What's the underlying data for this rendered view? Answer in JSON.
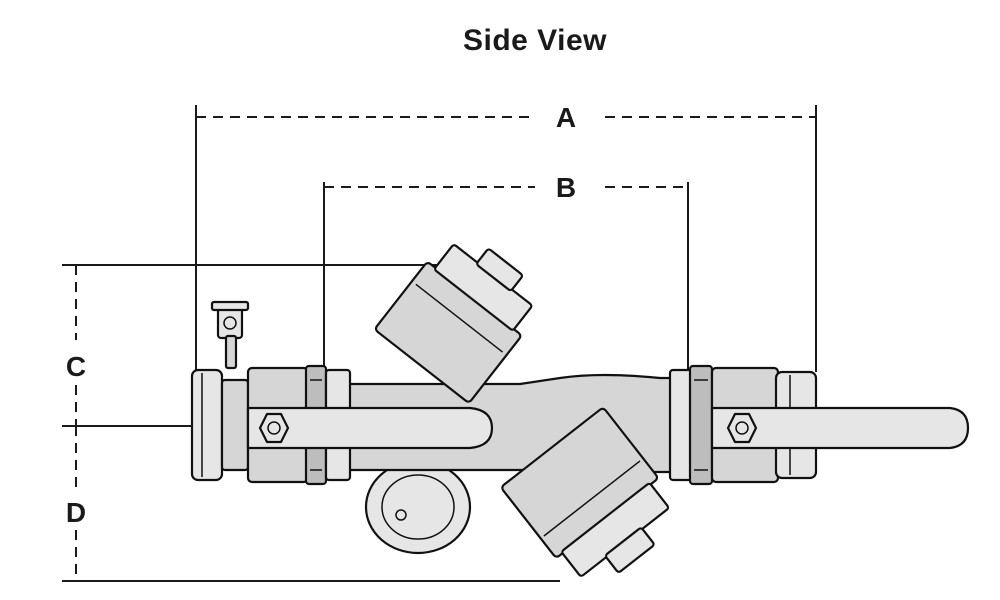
{
  "diagram": {
    "title": "Side View",
    "dimensions": {
      "a": "A",
      "b": "B",
      "c": "C",
      "d": "D"
    }
  }
}
